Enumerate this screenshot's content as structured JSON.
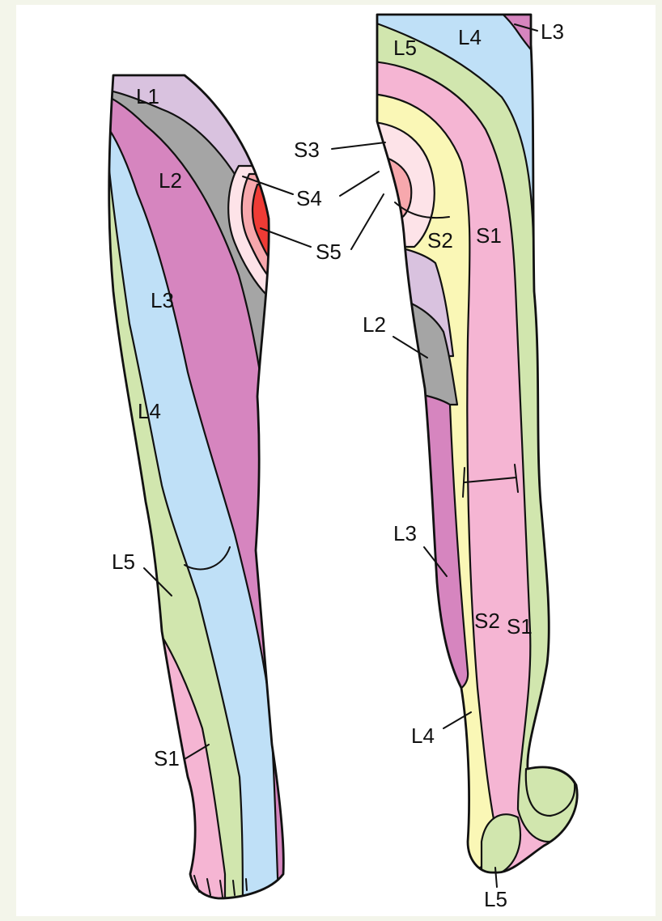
{
  "colors": {
    "L1": "#d9c2df",
    "L2": "#a5a5a5",
    "L3": "#d685bf",
    "L4": "#bfe0f7",
    "L5": "#d1e6ae",
    "S1": "#f5b5d3",
    "S2": "#faf7b6",
    "S3": "#fde3e8",
    "S4": "#f7a8ad",
    "S5": "#ef3b35"
  },
  "front_leg": {
    "labels": {
      "L1": "L1",
      "L2": "L2",
      "L3": "L3",
      "L4": "L4",
      "L5": "L5",
      "S1": "S1",
      "S4": "S4",
      "S5": "S5"
    }
  },
  "back_leg": {
    "labels": {
      "L3_top": "L3",
      "L4_top": "L4",
      "L5_top": "L5",
      "S3": "S3",
      "S2_upper": "S2",
      "S1_upper": "S1",
      "L2": "L2",
      "L3": "L3",
      "S2_lower": "S2",
      "S1_lower": "S1",
      "L4": "L4",
      "L5": "L5"
    }
  }
}
